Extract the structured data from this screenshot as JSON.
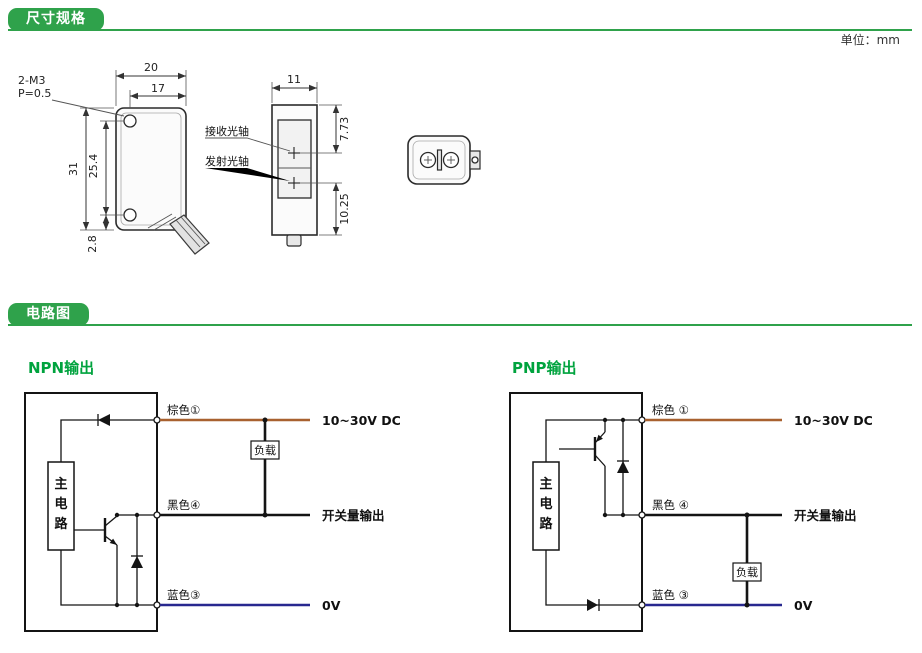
{
  "colors": {
    "header_green": "#2fa24b",
    "title_green": "#00a33e",
    "brown_wire": "#a8612f",
    "black_wire": "#141414",
    "blue_wire": "#28288f"
  },
  "header_dimensions": {
    "title": "尺寸规格"
  },
  "header_circuit": {
    "title": "电路图"
  },
  "unit_label": "单位：mm",
  "dimension_drawing": {
    "thread_line1": "2-M3",
    "thread_line2": "P=0.5",
    "dim_20": "20",
    "dim_17": "17",
    "dim_31": "31",
    "dim_25_4": "25.4",
    "dim_2_8": "2.8",
    "dim_11": "11",
    "dim_7_73": "7.73",
    "dim_10_25": "10.25",
    "receive_axis_label": "接收光轴",
    "emit_axis_label": "发射光轴"
  },
  "npn": {
    "title": "NPN输出",
    "main_circuit_chars": [
      "主",
      "电",
      "路"
    ],
    "wire_brown_label": "棕色①",
    "wire_black_label": "黑色④",
    "wire_blue_label": "蓝色③",
    "load_label": "负载",
    "terminal_power": "10~30V DC",
    "terminal_output": "开关量输出",
    "terminal_ground": "0V"
  },
  "pnp": {
    "title": "PNP输出",
    "main_circuit_chars": [
      "主",
      "电",
      "路"
    ],
    "wire_brown_label": "棕色 ①",
    "wire_black_label": "黑色 ④",
    "wire_blue_label": "蓝色 ③",
    "load_label": "负载",
    "terminal_power": "10~30V DC",
    "terminal_output": "开关量输出",
    "terminal_ground": "0V"
  }
}
